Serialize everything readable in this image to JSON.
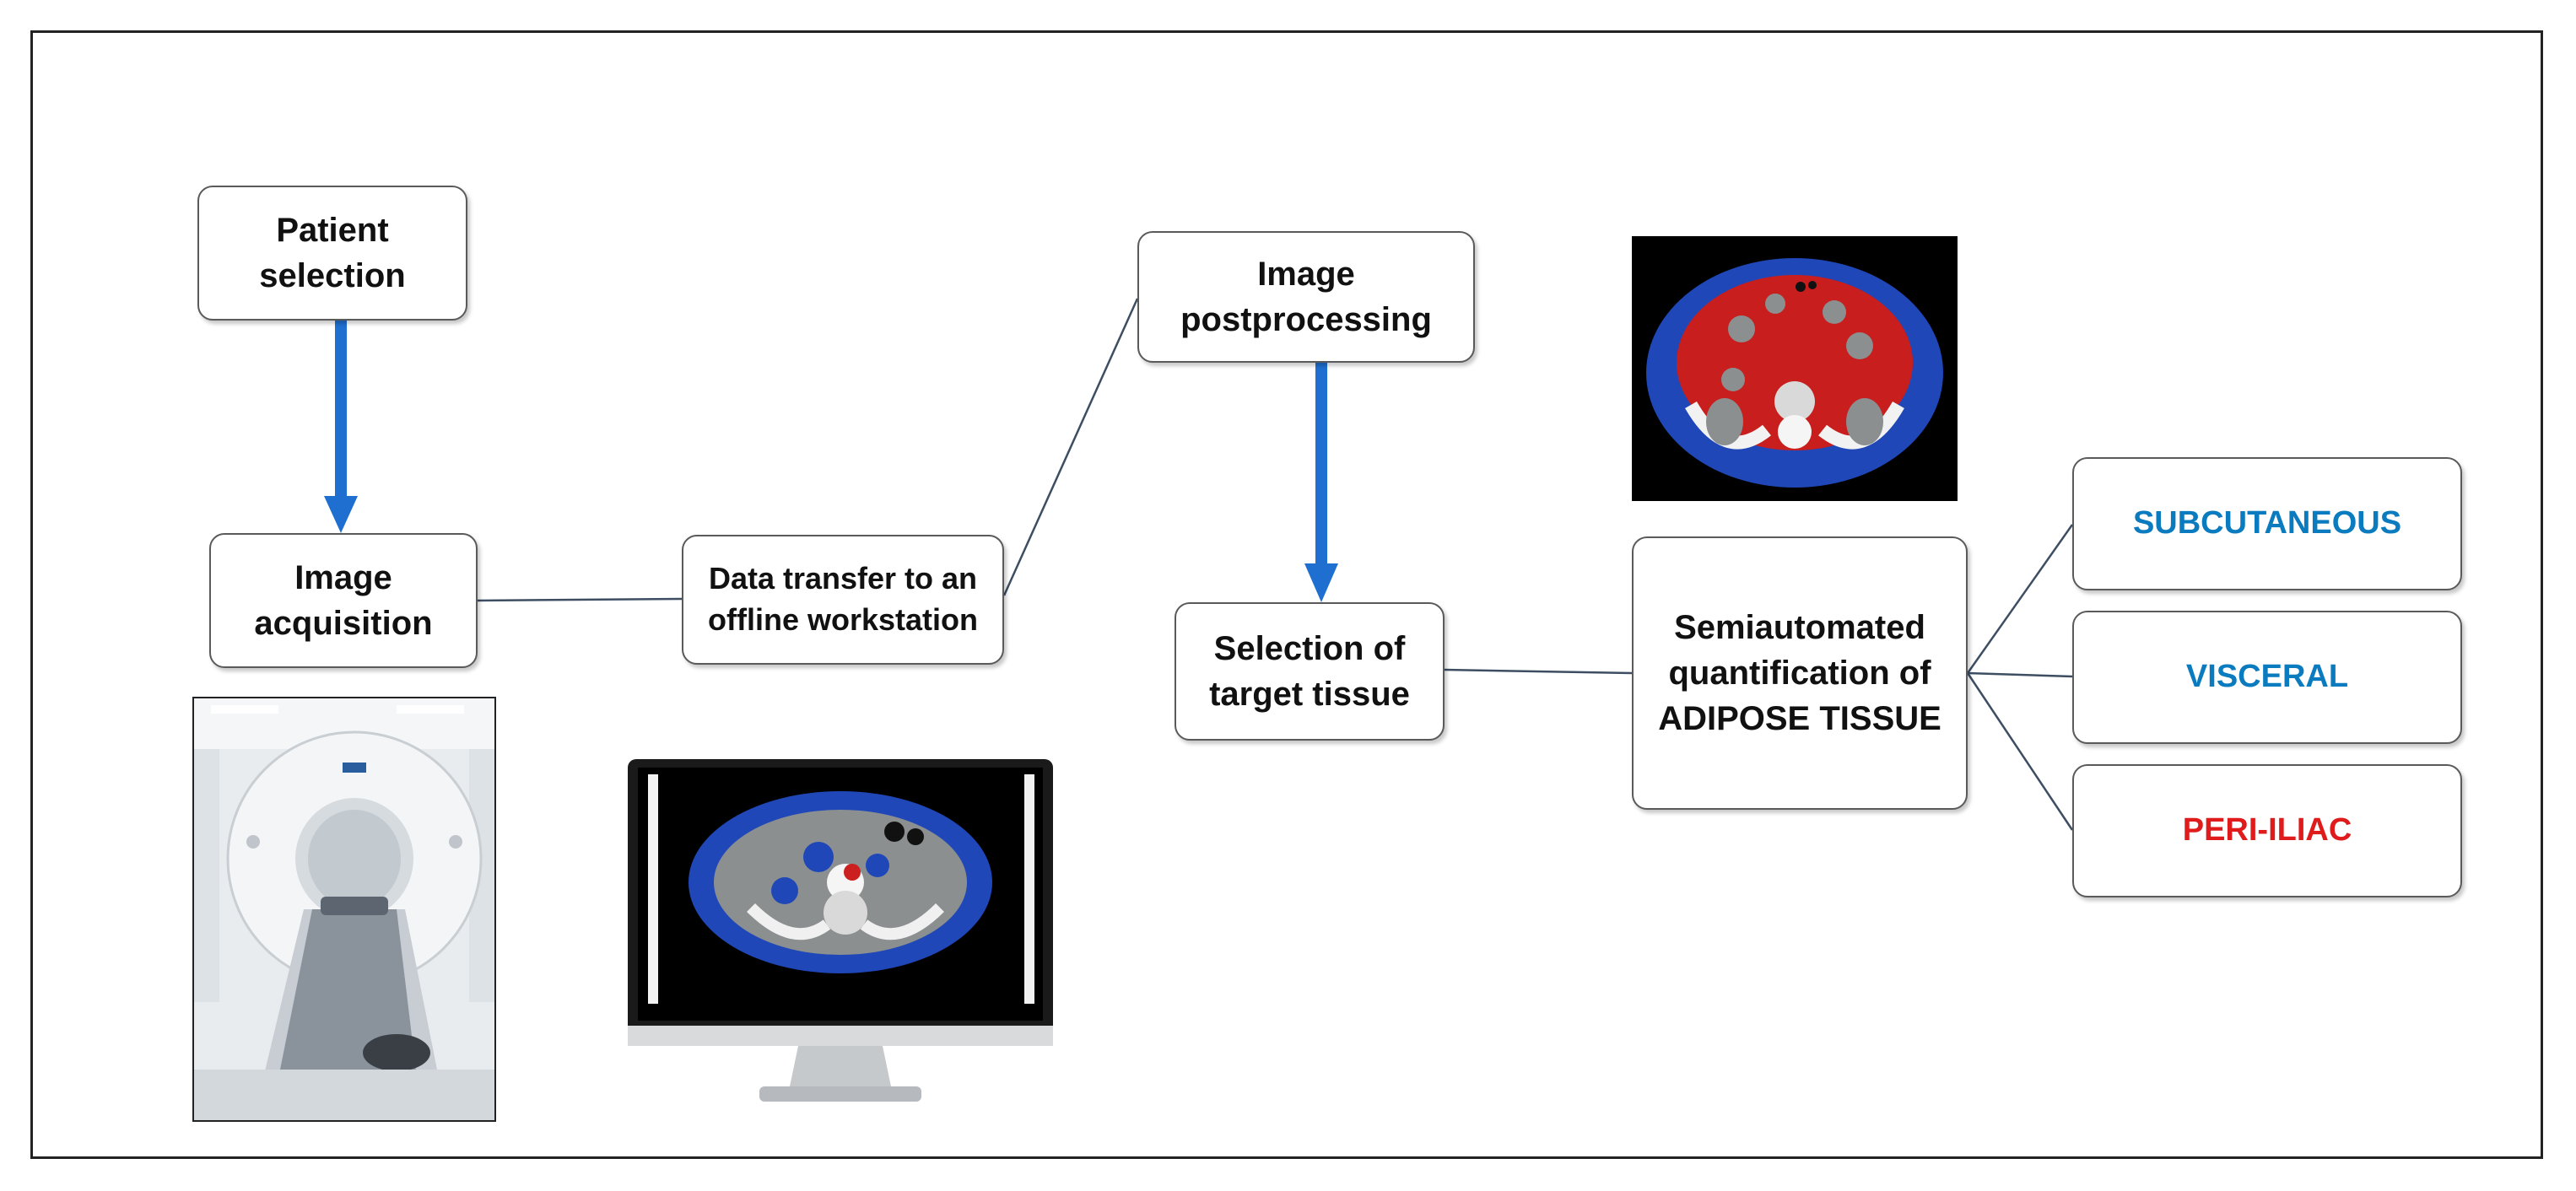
{
  "nodes": {
    "patient_selection": "Patient\nselection",
    "image_acquisition": "Image\nacquisition",
    "data_transfer": "Data transfer to an\noffline workstation",
    "image_postprocessing": "Image\npostprocessing",
    "selection_target": "Selection of\ntarget tissue",
    "semiautomated": "Semiautomated\nquantification  of\nADIPOSE TISSUE",
    "subcutaneous": "SUBCUTANEOUS",
    "visceral": "VISCERAL",
    "periiliac": "PERI-ILIAC"
  },
  "colors": {
    "arrow": "#1f6fd1",
    "subcutaneous": "#0b7bc0",
    "visceral": "#0b7bc0",
    "periiliac": "#e01b1b",
    "connector": "#3d4e63"
  },
  "images": {
    "ct_scanner": "ct-scanner-photo",
    "monitor": "monitor-with-ct-slice",
    "ct_slice": "segmented-ct-slice"
  }
}
